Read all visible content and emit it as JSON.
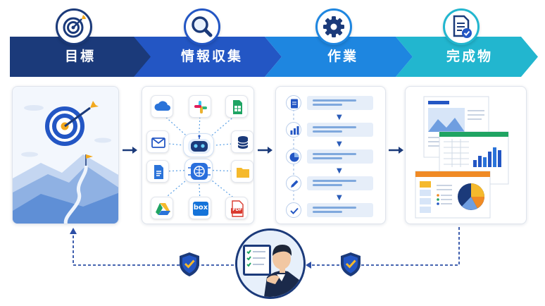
{
  "stages": [
    {
      "id": "goal",
      "label": "目標",
      "icon": "target-icon",
      "color": "#1b3a7a"
    },
    {
      "id": "collect",
      "label": "情報収集",
      "icon": "search-icon",
      "color": "#2356c4"
    },
    {
      "id": "work",
      "label": "作業",
      "icon": "gear-icon",
      "color": "#1e86e0"
    },
    {
      "id": "output",
      "label": "完成物",
      "icon": "document-check-icon",
      "color": "#22b6cf"
    }
  ],
  "sources": {
    "icons": [
      "cloud-icon",
      "slack-icon",
      "sheets-icon",
      "mail-icon",
      "database-icon",
      "docs-icon",
      "folder-icon",
      "drive-icon",
      "box-icon",
      "pdf-icon",
      "robot-icon",
      "brain-chip-icon"
    ],
    "box_label": "box",
    "pdf_label": "PDF"
  },
  "work_steps": [
    "document-icon",
    "bar-chart-icon",
    "pie-chart-icon",
    "pencil-icon",
    "check-icon"
  ],
  "review": {
    "shield_icon": "shield-check-icon",
    "person_icon": "person-reviewing-icon"
  },
  "colors": {
    "navy": "#1b3a7a",
    "blue": "#2356c4",
    "sky": "#1e86e0",
    "teal": "#22b6cf",
    "dashed": "#2b4ea5"
  }
}
